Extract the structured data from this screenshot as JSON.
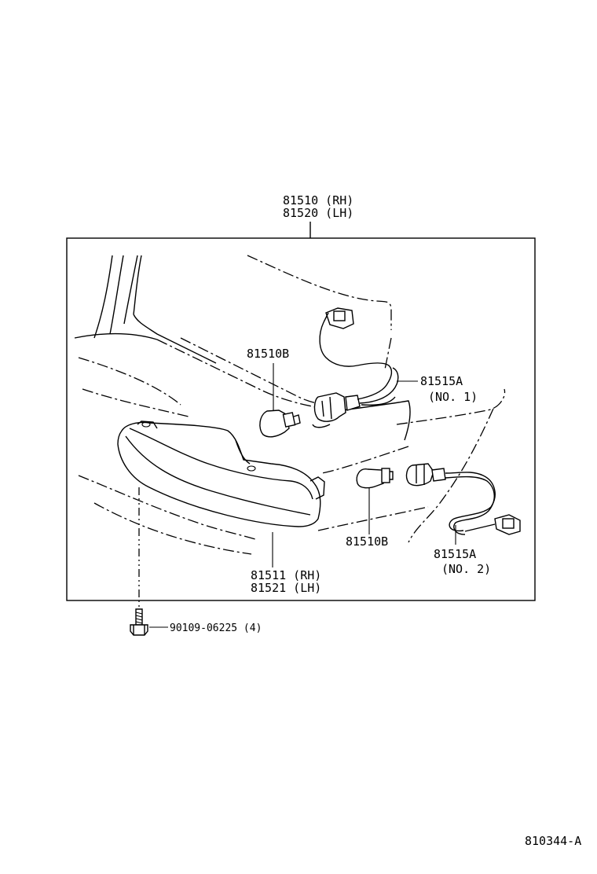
{
  "assembly": {
    "label_rh": "81510 (RH)",
    "label_lh": "81520 (LH)"
  },
  "bulb_upper": {
    "label": "81510B"
  },
  "socket_no1": {
    "label": "81515A",
    "sub": "(NO. 1)"
  },
  "bulb_lower": {
    "label": "81510B"
  },
  "socket_no2": {
    "label": "81515A",
    "sub": "(NO. 2)"
  },
  "lens": {
    "label_rh": "81511 (RH)",
    "label_lh": "81521 (LH)"
  },
  "screw": {
    "label": "90109-06225 (4)"
  },
  "figure_code": "810344-A"
}
